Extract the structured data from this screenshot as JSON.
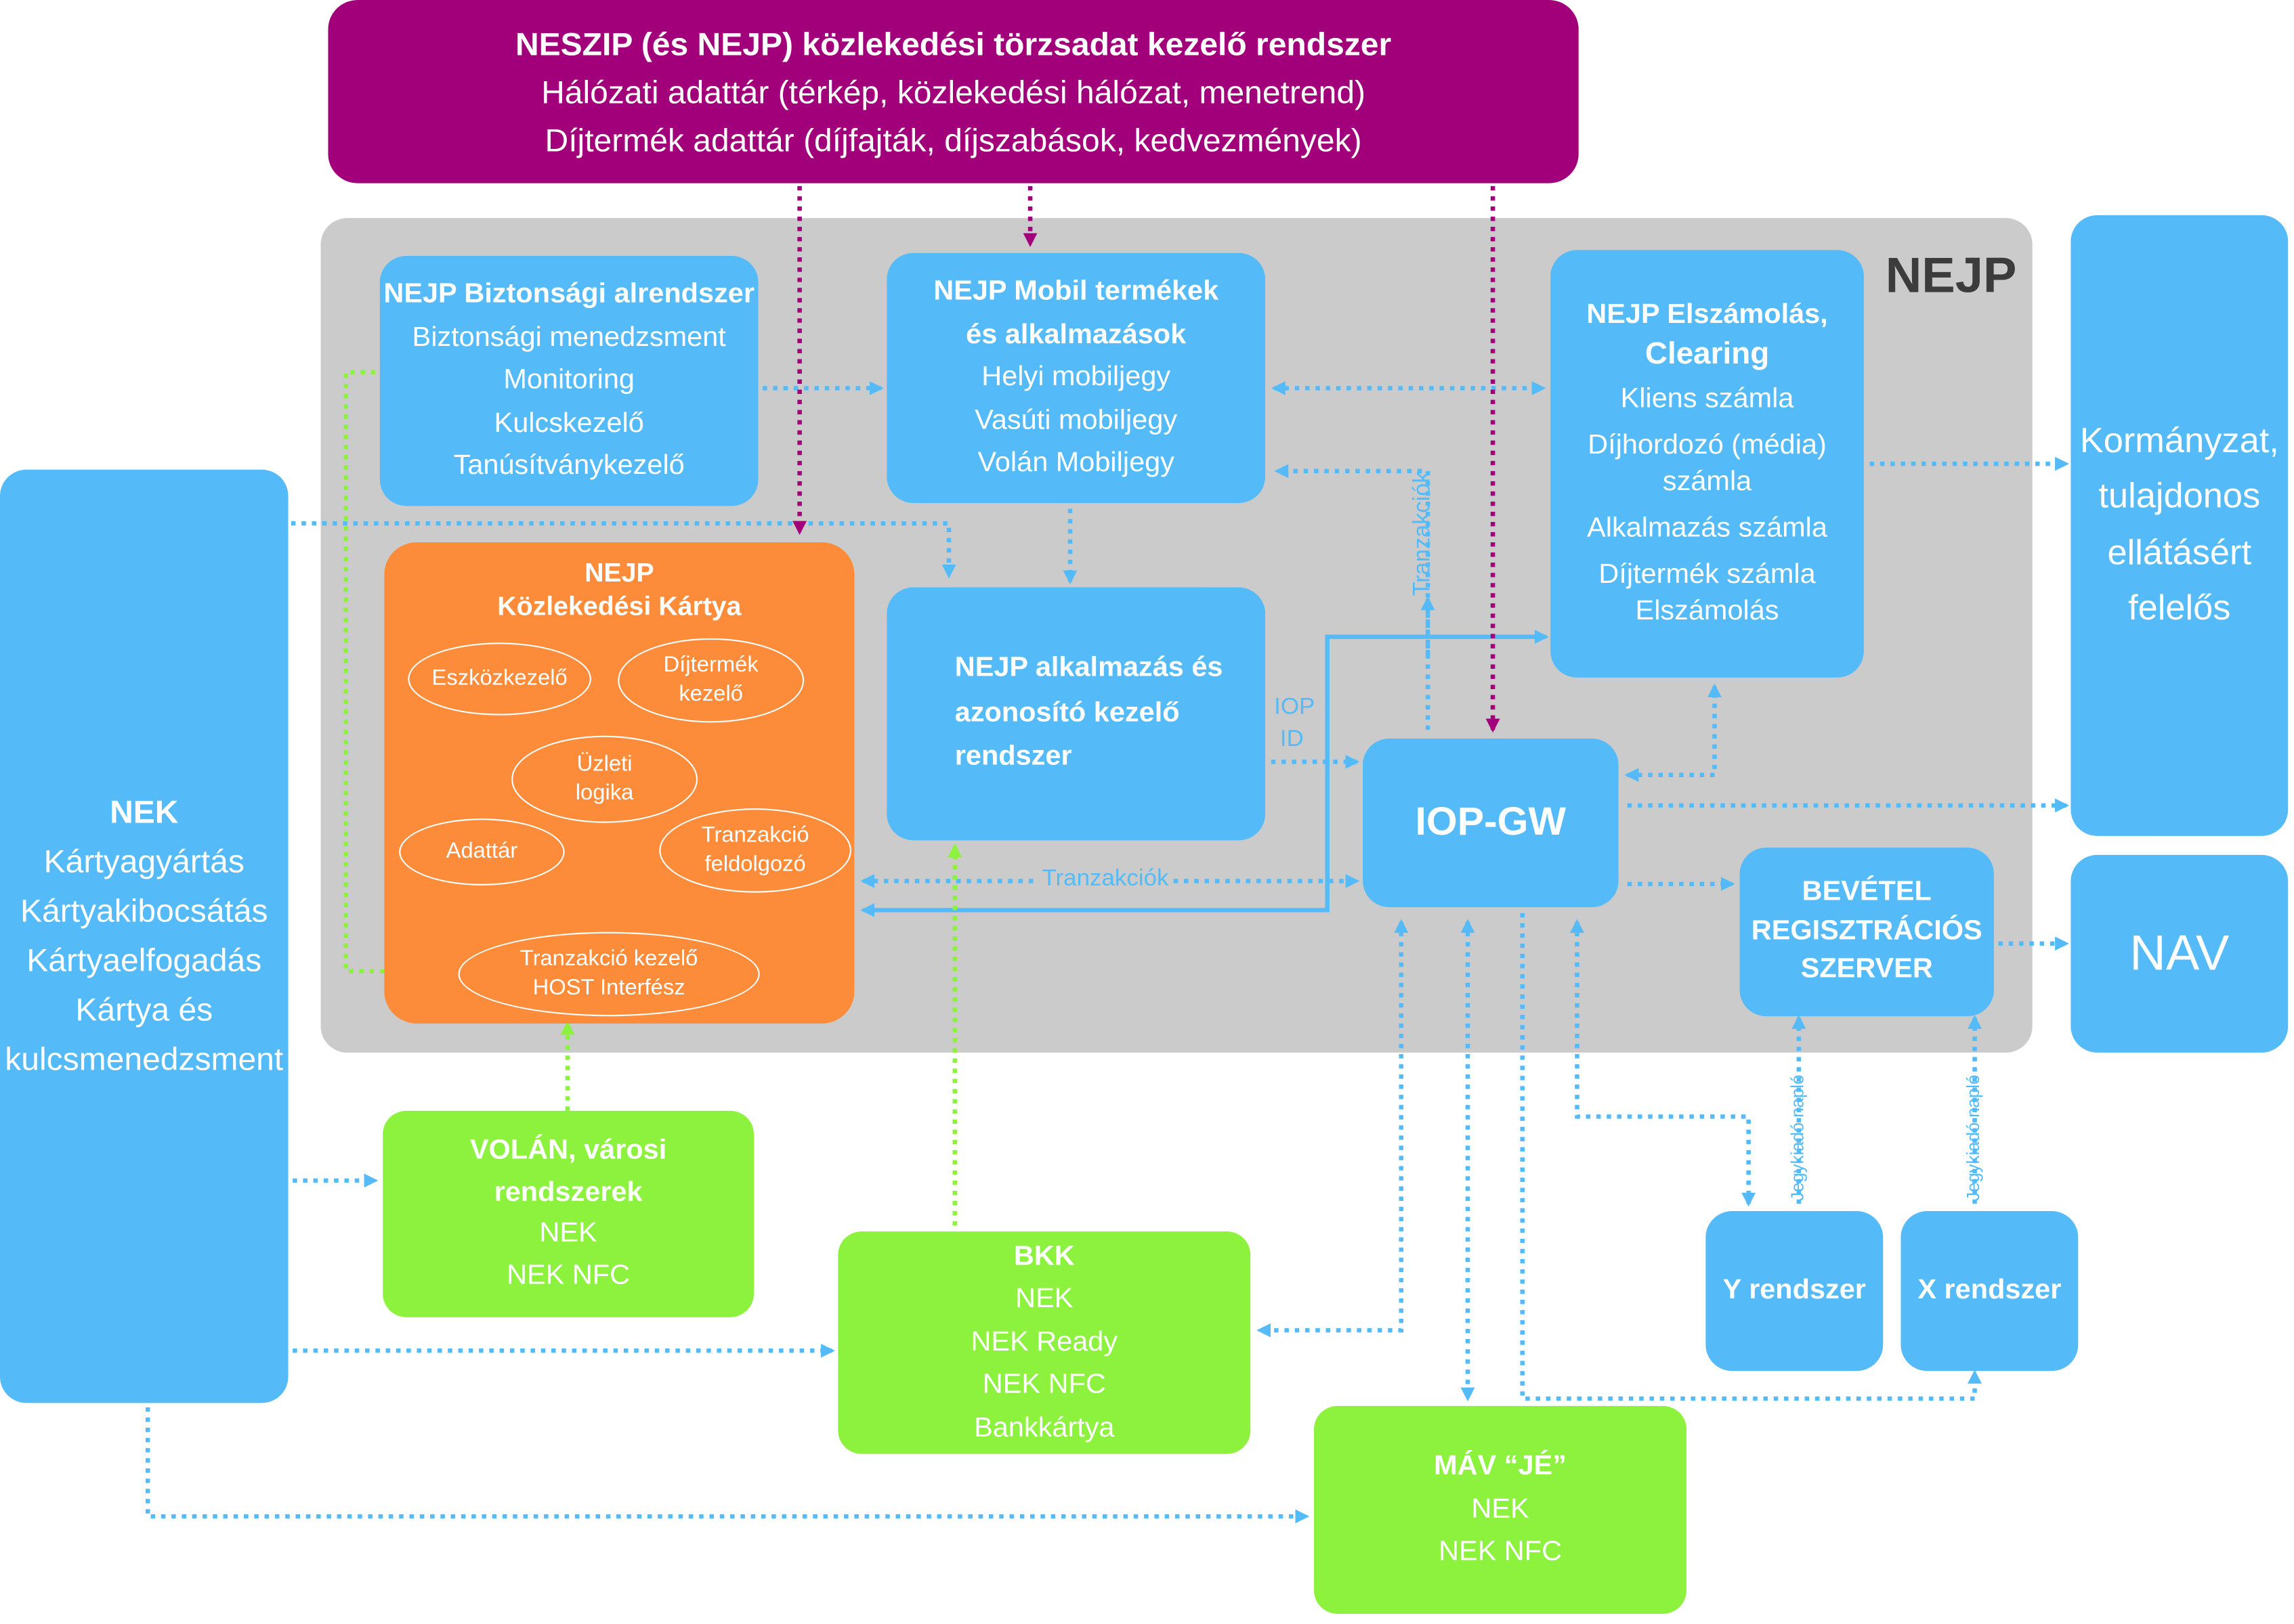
{
  "neszip": {
    "title": "NESZIP (és NEJP) közlekedési törzsadat kezelő rendszer",
    "line1": "Hálózati adattár (térkép, közlekedési hálózat, menetrend)",
    "line2": "Díjtermék adattár (díjfajták, díjszabások, kedvezmények)"
  },
  "nejp_label": "NEJP",
  "security": {
    "title": "NEJP Biztonsági alrendszer",
    "items": [
      "Biztonsági menedzsment",
      "Monitoring",
      "Kulcskezelő",
      "Tanúsítványkezelő"
    ]
  },
  "mobile": {
    "title1": "NEJP Mobil termékek",
    "title2": "és alkalmazások",
    "items": [
      "Helyi mobiljegy",
      "Vasúti mobiljegy",
      "Volán Mobiljegy"
    ]
  },
  "clearing": {
    "title1": "NEJP Elszámolás,",
    "title2": "Clearing",
    "items": [
      "Kliens számla",
      "Díjhordozó (média)",
      "számla",
      "Alkalmazás számla",
      "Díjtermék számla",
      "Elszámolás"
    ]
  },
  "government": {
    "lines": [
      "Kormányzat,",
      "tulajdonos",
      "ellátásért",
      "felelős"
    ]
  },
  "nav": {
    "label": "NAV"
  },
  "nek": {
    "title": "NEK",
    "items": [
      "Kártyagyártás",
      "Kártyakibocsátás",
      "Kártyaelfogadás",
      "Kártya és",
      "kulcsmenedzsment"
    ]
  },
  "card": {
    "title1": "NEJP",
    "title2": "Közlekedési Kártya",
    "modules": {
      "eszkoz": "Eszközkezelő",
      "dijtermek1": "Díjtermék",
      "dijtermek2": "kezelő",
      "uzleti1": "Üzleti",
      "uzleti2": "logika",
      "adattar": "Adattár",
      "tranzfeld1": "Tranzakció",
      "tranzfeld2": "feldolgozó",
      "tranzkez1": "Tranzakció kezelő",
      "tranzkez2": "HOST Interfész"
    }
  },
  "appid": {
    "lines": [
      "NEJP alkalmazás és",
      "azonosító kezelő",
      "rendszer"
    ]
  },
  "iopgw": {
    "label": "IOP-GW"
  },
  "revenue": {
    "lines": [
      "BEVÉTEL",
      "REGISZTRÁCIÓS",
      "SZERVER"
    ]
  },
  "volan": {
    "title1": "VOLÁN, városi",
    "title2": "rendszerek",
    "items": [
      "NEK",
      "NEK NFC"
    ]
  },
  "bkk": {
    "title": "BKK",
    "items": [
      "NEK",
      "NEK Ready",
      "NEK NFC",
      "Bankkártya"
    ]
  },
  "mav": {
    "title": "MÁV “JÉ”",
    "items": [
      "NEK",
      "NEK NFC"
    ]
  },
  "y_system": {
    "label": "Y rendszer"
  },
  "x_system": {
    "label": "X rendszer"
  },
  "labels": {
    "tranzakciok_v": "Tranzakciók",
    "tranzakciok_h": "Tranzakciók",
    "iop": "IOP",
    "id": "ID",
    "jegykiado_y": "Jegykiadó napló",
    "jegykiado_x": "Jegykiadó napló"
  },
  "colors": {
    "blue": "#55bbf8",
    "green": "#8cf23e",
    "orange": "#fc8b3a",
    "purple": "#a1007a",
    "gray": "#cbcbcb"
  }
}
